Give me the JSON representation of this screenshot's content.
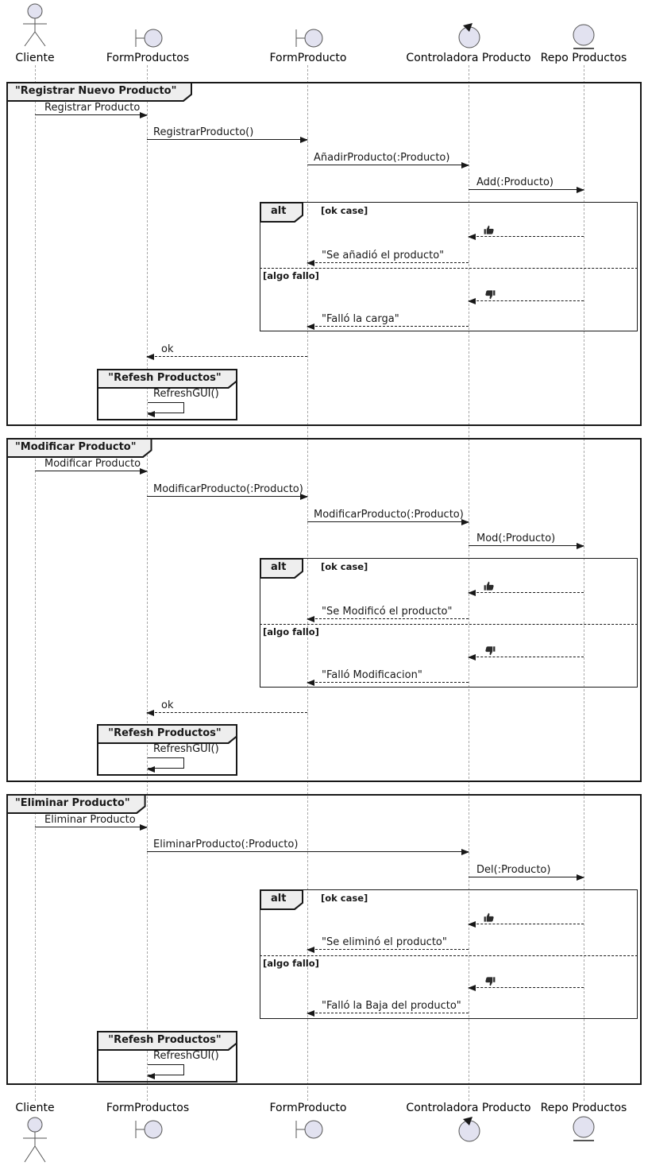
{
  "colors": {
    "line": "#181818",
    "lifeline": "#A8A8A8",
    "header_fill": "#EEEEEE",
    "icon_fill": "#E2E2F0"
  },
  "participants": [
    {
      "label": "Cliente",
      "type": "actor"
    },
    {
      "label": "FormProductos",
      "type": "boundary"
    },
    {
      "label": "FormProducto",
      "type": "boundary"
    },
    {
      "label": "Controladora Producto",
      "type": "control"
    },
    {
      "label": "Repo Productos",
      "type": "entity"
    }
  ],
  "frames": [
    {
      "title": "\"Registrar Nuevo Producto\"",
      "alt_label": "alt",
      "guard_ok": "[ok case]",
      "guard_fail": "[algo fallo]",
      "m1": "Registrar Producto",
      "m2": "RegistrarProducto()",
      "m3": "AñadirProducto(:Producto)",
      "m4": "Add(:Producto)",
      "reply_ok": "\"Se añadió el producto\"",
      "reply_fail": "\"Falló la carga\"",
      "ret": "ok",
      "refresh_title": "\"Refesh Productos\"",
      "refresh_msg": "RefreshGUI()"
    },
    {
      "title": "\"Modificar Producto\"",
      "alt_label": "alt",
      "guard_ok": "[ok case]",
      "guard_fail": "[algo fallo]",
      "m1": "Modificar Producto",
      "m2": "ModificarProducto(:Producto)",
      "m3": "ModificarProducto(:Producto)",
      "m4": "Mod(:Producto)",
      "reply_ok": "\"Se Modificó el producto\"",
      "reply_fail": "\"Falló Modificacion\"",
      "ret": "ok",
      "refresh_title": "\"Refesh Productos\"",
      "refresh_msg": "RefreshGUI()"
    },
    {
      "title": "\"Eliminar Producto\"",
      "alt_label": "alt",
      "guard_ok": "[ok case]",
      "guard_fail": "[algo fallo]",
      "m1": "Eliminar Producto",
      "m2": "EliminarProducto(:Producto)",
      "m3": "Del(:Producto)",
      "reply_ok": "\"Se eliminó el producto\"",
      "reply_fail": "\"Falló la Baja del producto\"",
      "refresh_title": "\"Refesh Productos\"",
      "refresh_msg": "RefreshGUI()"
    }
  ]
}
